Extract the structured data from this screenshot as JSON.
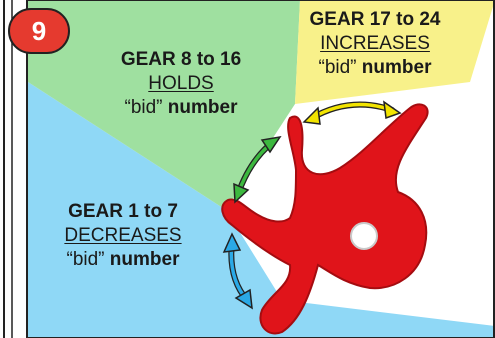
{
  "step_number": "9",
  "zones": [
    {
      "gear_range": "GEAR 1 to 7",
      "action": "DECREASES",
      "suffix_quote": "“bid”",
      "suffix_word": "number",
      "color": "#8fd8f6"
    },
    {
      "gear_range": "GEAR 8 to 16",
      "action": "HOLDS",
      "suffix_quote": "“bid”",
      "suffix_word": "number",
      "color": "#9fe0a0"
    },
    {
      "gear_range": "GEAR 17 to 24",
      "action": "INCREASES",
      "suffix_quote": "“bid”",
      "suffix_word": "number",
      "color": "#f8f18a"
    }
  ],
  "colors": {
    "badge": "#e53a2f",
    "lever": "#e0141a",
    "arrow_low": "#2aa9e6",
    "arrow_mid": "#3cb83f",
    "arrow_high": "#f2e400"
  }
}
